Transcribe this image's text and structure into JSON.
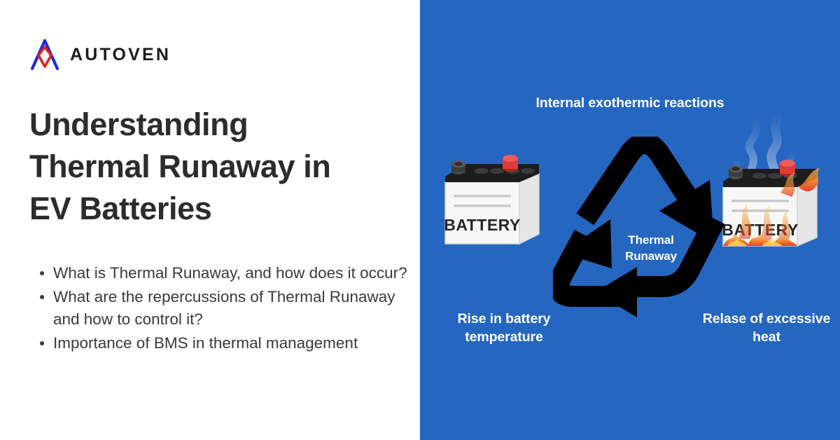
{
  "brand": {
    "name": "AUTOVEN",
    "logo_icon": "autoven-chevron-logo",
    "logo_colors": {
      "outer": "#1a2ae0",
      "inner": "#e02020"
    }
  },
  "headline": {
    "line1": "Understanding",
    "line2": "Thermal Runaway in",
    "line3": "EV Batteries",
    "full": "Understanding Thermal Runaway in EV Batteries"
  },
  "bullets": [
    "What is Thermal Runaway, and how does it occur?",
    "What are the repercussions of Thermal Runaway and how to control it?",
    "Importance of BMS in thermal management"
  ],
  "diagram": {
    "background_color": "#2566c0",
    "center_label": "Thermal Runaway",
    "stages": [
      {
        "id": "internal-exothermic-reactions",
        "label": "Internal exothermic reactions",
        "position": "top"
      },
      {
        "id": "release-of-excessive-heat",
        "label": "Relase of excessive heat",
        "position": "bottom-right"
      },
      {
        "id": "rise-in-battery-temperature",
        "label": "Rise in battery temperature",
        "position": "bottom-left"
      }
    ],
    "arrow_color": "#000000",
    "label_color": "#ffffff",
    "images": [
      {
        "id": "battery-normal-icon",
        "caption_on_body": "BATTERY",
        "state": "normal"
      },
      {
        "id": "battery-burning-icon",
        "caption_on_body": "BATTERY",
        "state": "burning-smoking"
      }
    ]
  }
}
